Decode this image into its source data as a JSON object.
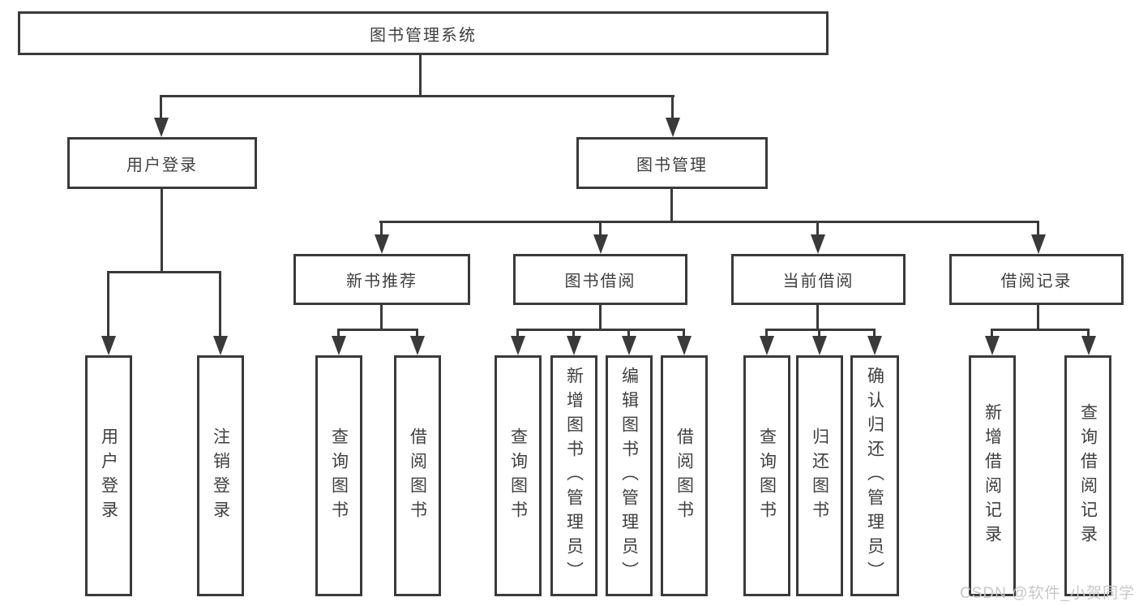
{
  "colors": {
    "line": "#3a3a3a",
    "text": "#3f3f3f",
    "watermark": "#c8c8c8",
    "background": "#ffffff"
  },
  "diagram": {
    "root": {
      "label": "图书管理系统"
    },
    "branches": {
      "user_login": {
        "label": "用户登录",
        "children": {
          "login": {
            "label": "用户登录"
          },
          "logout": {
            "label": "注销登录"
          }
        }
      },
      "book_management": {
        "label": "图书管理",
        "sections": {
          "new_book_recommend": {
            "label": "新书推荐",
            "children": {
              "query_book": {
                "label": "查询图书"
              },
              "borrow_book": {
                "label": "借阅图书"
              }
            }
          },
          "book_borrow": {
            "label": "图书借阅",
            "children": {
              "query_book": {
                "label": "查询图书"
              },
              "add_book": {
                "label": "新增图书（管理员）"
              },
              "edit_book": {
                "label": "编辑图书（管理员）"
              },
              "borrow_book": {
                "label": "借阅图书"
              }
            }
          },
          "current_borrow": {
            "label": "当前借阅",
            "children": {
              "query_book": {
                "label": "查询图书"
              },
              "return_book": {
                "label": "归还图书"
              },
              "confirm_return": {
                "label": "确认归还（管理员）"
              }
            }
          },
          "borrow_records": {
            "label": "借阅记录",
            "children": {
              "add_record": {
                "label": "新增借阅记录"
              },
              "query_record": {
                "label": "查询借阅记录"
              }
            }
          }
        }
      }
    }
  },
  "watermark": {
    "text": "CSDN @软件_小贺同学"
  }
}
